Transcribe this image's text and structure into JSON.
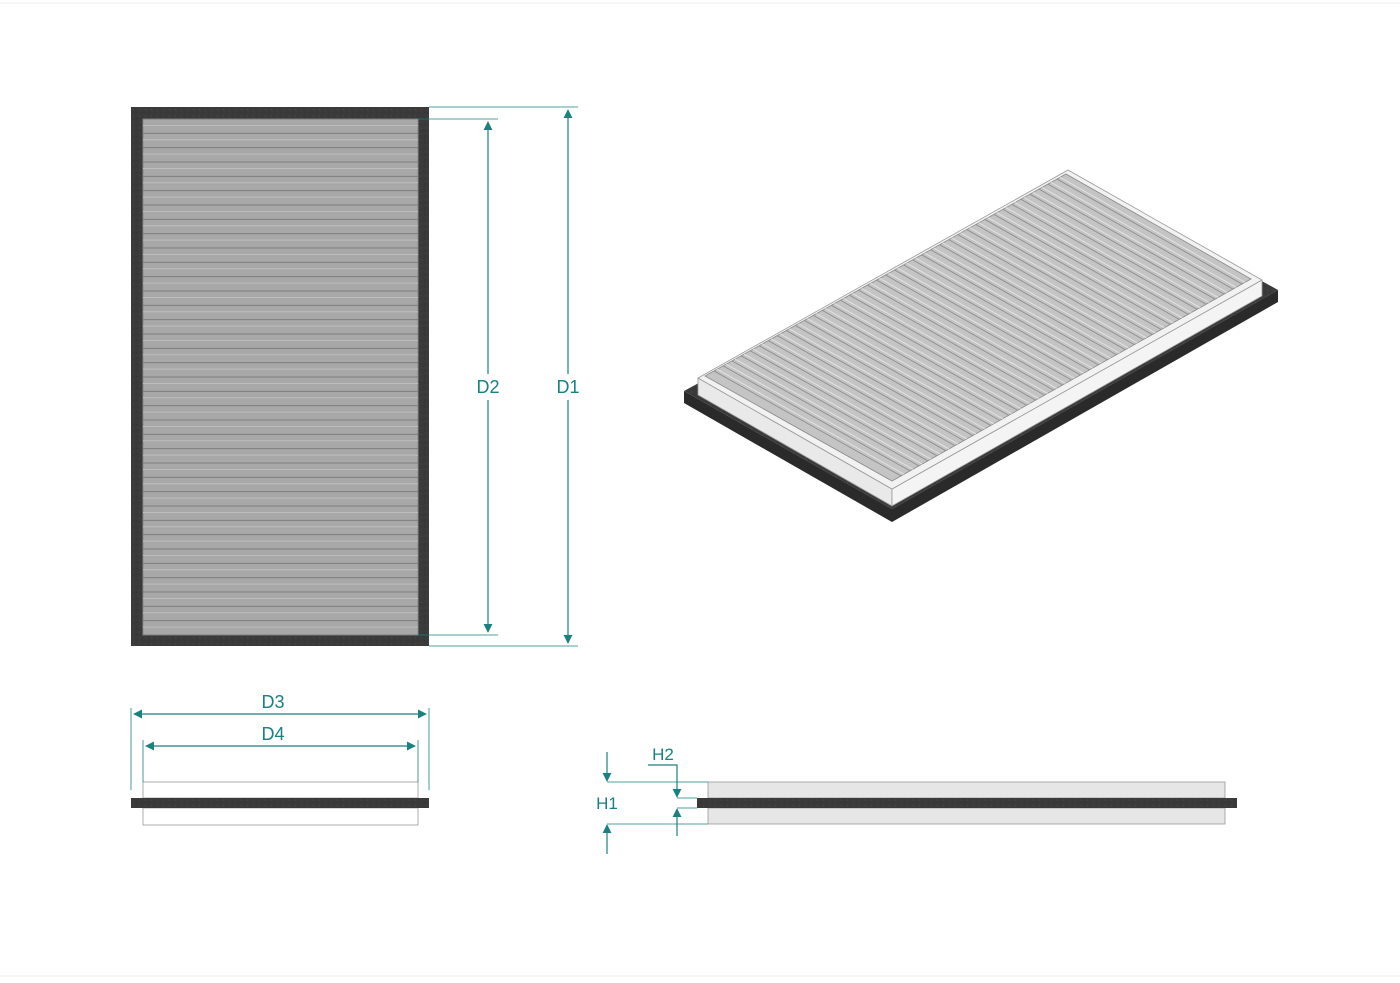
{
  "colors": {
    "dimension": "#1a8080",
    "gasket": "#3a3a3a",
    "gasket_light": "#555555",
    "media": "#a8a8a8",
    "media_line": "#8a8a8a",
    "frame": "#f0f0f0",
    "frame_edge": "#999999",
    "side_panel": "#e6e6e6"
  },
  "labels": {
    "d1": "D1",
    "d2": "D2",
    "d3": "D3",
    "d4": "D4",
    "h1": "H1",
    "h2": "H2"
  },
  "views": {
    "top_pleat_count": 36,
    "iso_pleat_count": 40
  }
}
